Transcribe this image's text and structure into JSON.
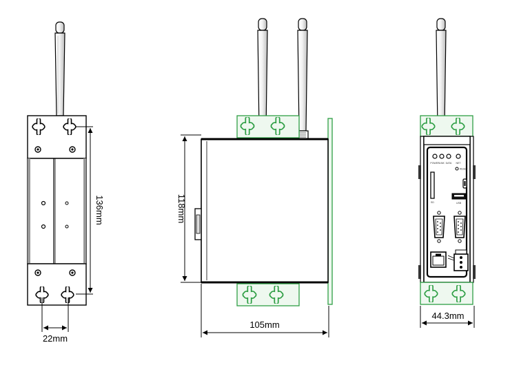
{
  "dimensions": {
    "left_height": "136mm",
    "left_hole_spacing": "22mm",
    "middle_height": "118mm",
    "middle_depth": "105mm",
    "right_width": "44.3mm"
  },
  "front_panel": {
    "leds": [
      "POWER",
      "LINK",
      "DATA",
      "NET"
    ],
    "reset_label": "RESET",
    "usb_label": "USB",
    "sd_label": "SD"
  },
  "colors": {
    "outline": "#000000",
    "bracket": "#2e9e44",
    "bracket_fill": "#eef8ef",
    "body_fill": "#ffffff"
  }
}
